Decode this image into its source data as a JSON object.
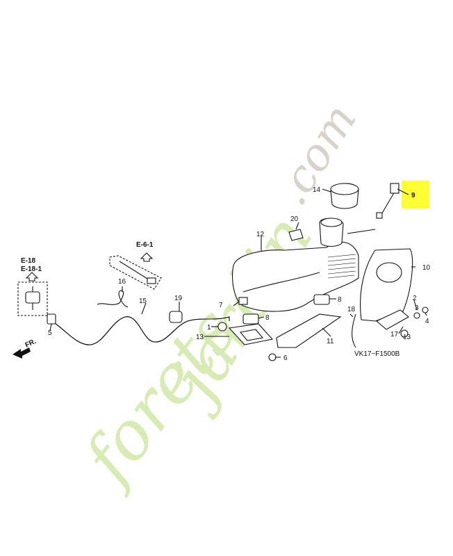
{
  "diagram_code": "VK17−F1500B",
  "front_marker": "FR.",
  "watermark": {
    "text_left": "forets",
    "text_right": "rdin.com",
    "brand_color_green": "#d9ebb4",
    "brand_color_gray": "#d8d2cc"
  },
  "highlight_color": "#ffff33",
  "references": [
    {
      "id": "ref-e18",
      "label": "E-18"
    },
    {
      "id": "ref-e181",
      "label": "E-18-1"
    },
    {
      "id": "ref-e61",
      "label": "E-6-1"
    }
  ],
  "callouts": {
    "c1": "1",
    "c2": "2",
    "c3": "3",
    "c4": "4",
    "c5": "5",
    "c6": "6",
    "c7": "7",
    "c8": "8",
    "c9": "9",
    "c10": "10",
    "c11": "11",
    "c12": "12",
    "c13a": "13",
    "c13b": "13",
    "c14": "14",
    "c15": "15",
    "c16": "16",
    "c17": "17",
    "c18": "18",
    "c19": "19",
    "c20": "20"
  }
}
